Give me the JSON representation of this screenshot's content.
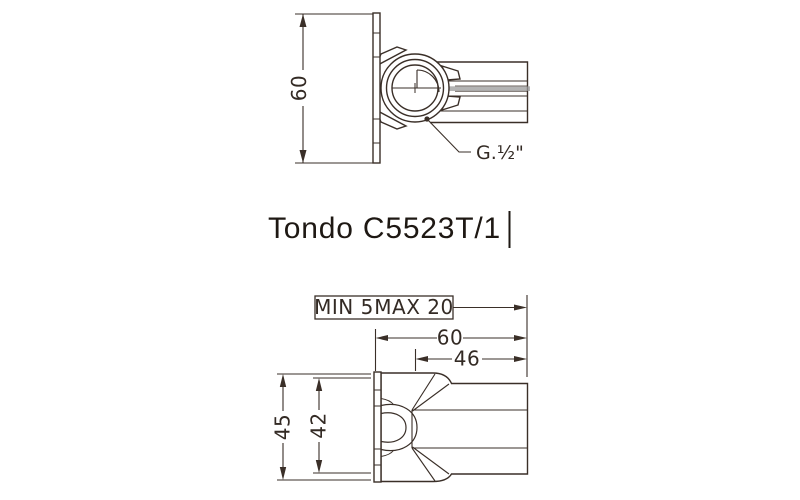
{
  "colors": {
    "line": "#3a2f28",
    "text": "#332a24",
    "title": "#1e1813",
    "muted_line": "#9a9a9a"
  },
  "title": {
    "text": "Tondo C5523T/1"
  },
  "views": {
    "front": {
      "dim_height": "60",
      "thread_label": "G.½\""
    },
    "section": {
      "depth_min": "MIN 5",
      "depth_max": "MAX 20",
      "dim_total_depth": "60",
      "dim_thread_depth": "46",
      "dim_height_outer": "45",
      "dim_height_inner": "42"
    }
  }
}
